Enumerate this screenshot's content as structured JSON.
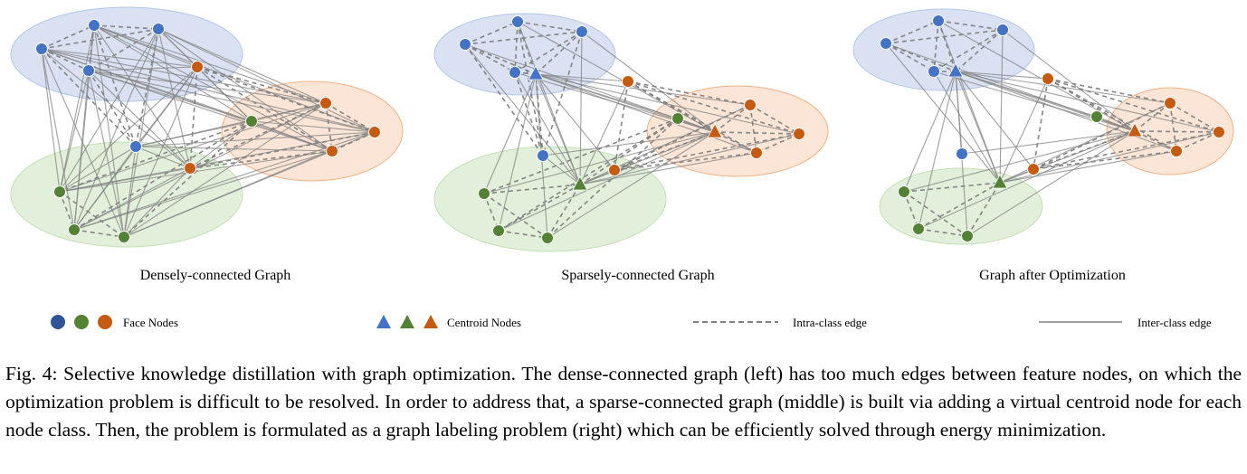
{
  "panels": [
    {
      "title": "Densely-connected Graph"
    },
    {
      "title": "Sparsely-connected Graph"
    },
    {
      "title": "Graph after Optimization"
    }
  ],
  "legend": {
    "face_nodes": "Face Nodes",
    "centroid_nodes": "Centroid Nodes",
    "intra_edge": "Intra-class edge",
    "inter_edge": "Inter-class edge"
  },
  "colors": {
    "blue_node": "#4472C4",
    "green_node": "#548235",
    "orange_node": "#C55A11",
    "blue_region": "#D9E1F2",
    "green_region": "#E2EFDA",
    "orange_region": "#FBE5D6",
    "edge": "#808080"
  },
  "caption": "Fig. 4: Selective knowledge distillation with graph optimization. The dense-connected graph (left) has too much edges between feature nodes, on which the optimization problem is difficult to be resolved. In order to address that, a sparse-connected graph (middle) is built via adding a virtual centroid node for each node class. Then, the problem is formulated as a graph labeling problem (right) which can be efficiently solved through energy minimization."
}
